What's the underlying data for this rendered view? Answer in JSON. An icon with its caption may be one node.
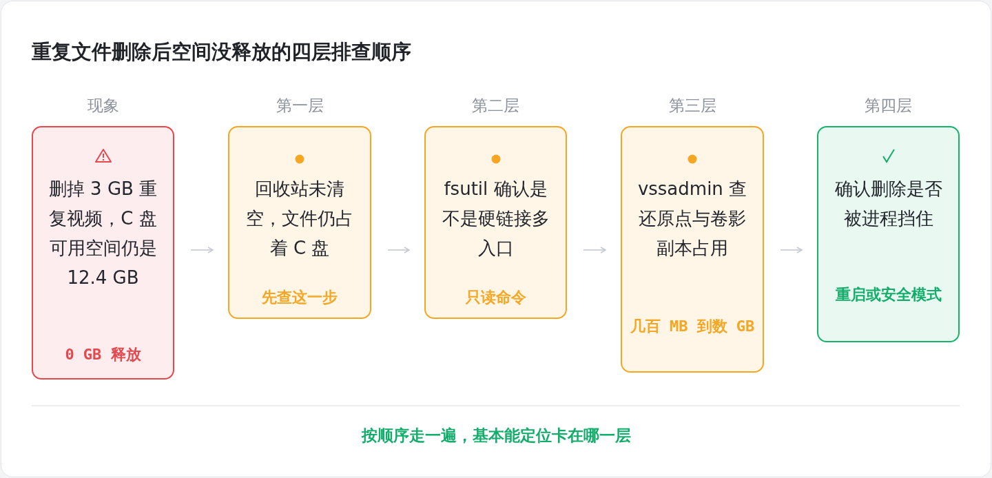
{
  "diagram": {
    "title": "重复文件删除后空间没释放的四层排查顺序",
    "nodes": [
      {
        "text": [
          "现象",
          "删掉 3 GB 重复视频，C 盘可用空间仍是 12.4 GB",
          "0 GB 释放"
        ]
      },
      {
        "text": [
          "第一层",
          "回收站未清空，文件仍占着 C 盘",
          "先查这一步"
        ]
      },
      {
        "text": [
          "第二层",
          "fsutil 确认是不是硬链接多入口",
          "只读命令"
        ]
      },
      {
        "text": [
          "第三层",
          "vssadmin 查还原点与卷影副本占用",
          "几百 MB 到数 GB"
        ]
      },
      {
        "text": [
          "第四层",
          "确认删除是否被进程挡住",
          "重启或安全模式"
        ]
      }
    ],
    "edges": [
      {
        "from": 0,
        "to": 1,
        "arrow": "to"
      },
      {
        "from": 1,
        "to": 2,
        "arrow": "to"
      },
      {
        "from": 2,
        "to": 3,
        "arrow": "to"
      },
      {
        "from": 3,
        "to": 4,
        "arrow": "to"
      }
    ],
    "caption": "按顺序走一遍，基本能定位卡在哪一层"
  }
}
